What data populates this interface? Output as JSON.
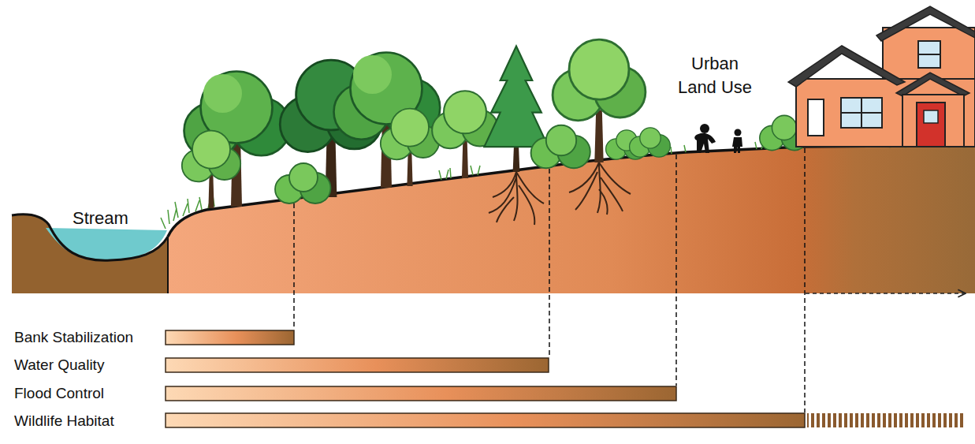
{
  "diagram": {
    "labels": [
      "Stream",
      "Urban Land Use",
      "Bank Stabilization",
      "Water Quality",
      "Flood Control",
      "Wildlife Habitat"
    ]
  }
}
